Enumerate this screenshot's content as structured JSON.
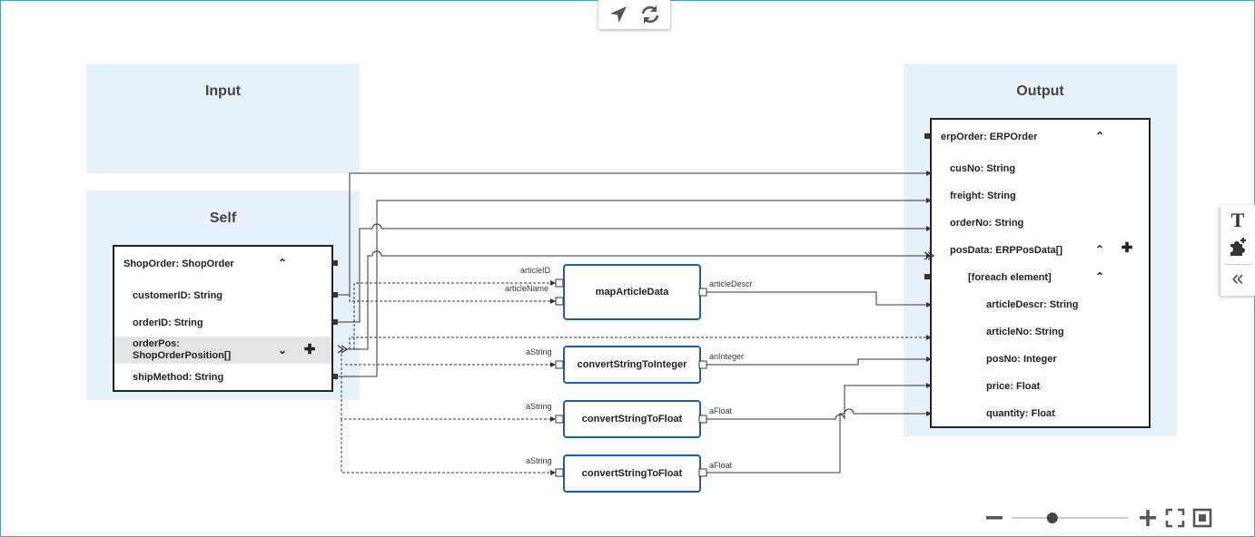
{
  "toolbar": {
    "navigate_icon": "navigation-arrow-icon",
    "refresh_icon": "refresh-icon"
  },
  "input_panel": {
    "title": "Input"
  },
  "self_panel": {
    "title": "Self",
    "box_title": "ShopOrder: ShopOrder",
    "fields": [
      {
        "label": "customerID: String"
      },
      {
        "label": "orderID: String"
      },
      {
        "label_line1": "orderPos:",
        "label_line2": "ShopOrderPosition[]"
      },
      {
        "label": "shipMethod: String"
      }
    ]
  },
  "output_panel": {
    "title": "Output",
    "box_title": "erpOrder: ERPOrder",
    "fields": [
      {
        "label": "cusNo: String"
      },
      {
        "label": "freight: String"
      },
      {
        "label": "orderNo: String"
      },
      {
        "label": "posData: ERPPosData[]"
      },
      {
        "label": "[foreach element]"
      },
      {
        "label": "articleDescr: String"
      },
      {
        "label": "articleNo: String"
      },
      {
        "label": "posNo: Integer"
      },
      {
        "label": "price: Float"
      },
      {
        "label": "quantity: Float"
      }
    ]
  },
  "functions": [
    {
      "name": "mapArticleData",
      "inputs": [
        "articleID",
        "articleName"
      ],
      "output": "articleDescr"
    },
    {
      "name": "convertStringToInteger",
      "inputs": [
        "aString"
      ],
      "output": "anInteger"
    },
    {
      "name": "convertStringToFloat",
      "inputs": [
        "aString"
      ],
      "output": "aFloat"
    },
    {
      "name": "convertStringToFloat",
      "inputs": [
        "aString"
      ],
      "output": "aFloat"
    }
  ],
  "right_toolbar": {
    "text_icon": "T",
    "add_function_icon": "puzzle-add-icon",
    "collapse_icon": "«"
  },
  "zoom": {
    "level": 0.35
  },
  "colors": {
    "panel_bg": "#e6f1f9",
    "function_border": "#1f5fa8",
    "frame_border": "#3fa0d8"
  }
}
